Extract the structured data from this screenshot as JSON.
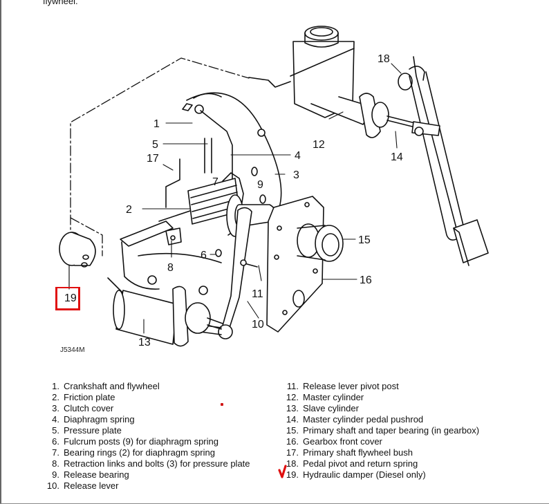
{
  "header": {
    "trailing_text": "flywheel."
  },
  "figure": {
    "code": "J5344M",
    "callouts": [
      "1",
      "2",
      "3",
      "4",
      "5",
      "6",
      "7",
      "8",
      "9",
      "10",
      "11",
      "12",
      "13",
      "14",
      "15",
      "16",
      "17",
      "18",
      "19"
    ],
    "highlighted_callout": "19",
    "annotation_color": "#e01010"
  },
  "legend": {
    "left": [
      {
        "num": "1.",
        "text": "Crankshaft and flywheel"
      },
      {
        "num": "2.",
        "text": "Friction plate"
      },
      {
        "num": "3.",
        "text": "Clutch cover"
      },
      {
        "num": "4.",
        "text": "Diaphragm spring"
      },
      {
        "num": "5.",
        "text": "Pressure plate"
      },
      {
        "num": "6.",
        "text": "Fulcrum posts (9) for diaphragm spring"
      },
      {
        "num": "7.",
        "text": "Bearing rings (2) for diaphragm spring"
      },
      {
        "num": "8.",
        "text": "Retraction links and bolts (3) for pressure plate"
      },
      {
        "num": "9.",
        "text": "Release bearing"
      },
      {
        "num": "10.",
        "text": "Release lever"
      }
    ],
    "right": [
      {
        "num": "11.",
        "text": "Release lever pivot post"
      },
      {
        "num": "12.",
        "text": "Master cylinder"
      },
      {
        "num": "13.",
        "text": "Slave cylinder"
      },
      {
        "num": "14.",
        "text": "Master cylinder pedal pushrod"
      },
      {
        "num": "15.",
        "text": "Primary shaft and taper bearing (in gearbox)"
      },
      {
        "num": "16.",
        "text": "Gearbox front cover"
      },
      {
        "num": "17.",
        "text": "Primary shaft flywheel bush"
      },
      {
        "num": "18.",
        "text": "Pedal pivot and return spring"
      },
      {
        "num": "19.",
        "text": "Hydraulic damper (Diesel only)"
      }
    ]
  }
}
